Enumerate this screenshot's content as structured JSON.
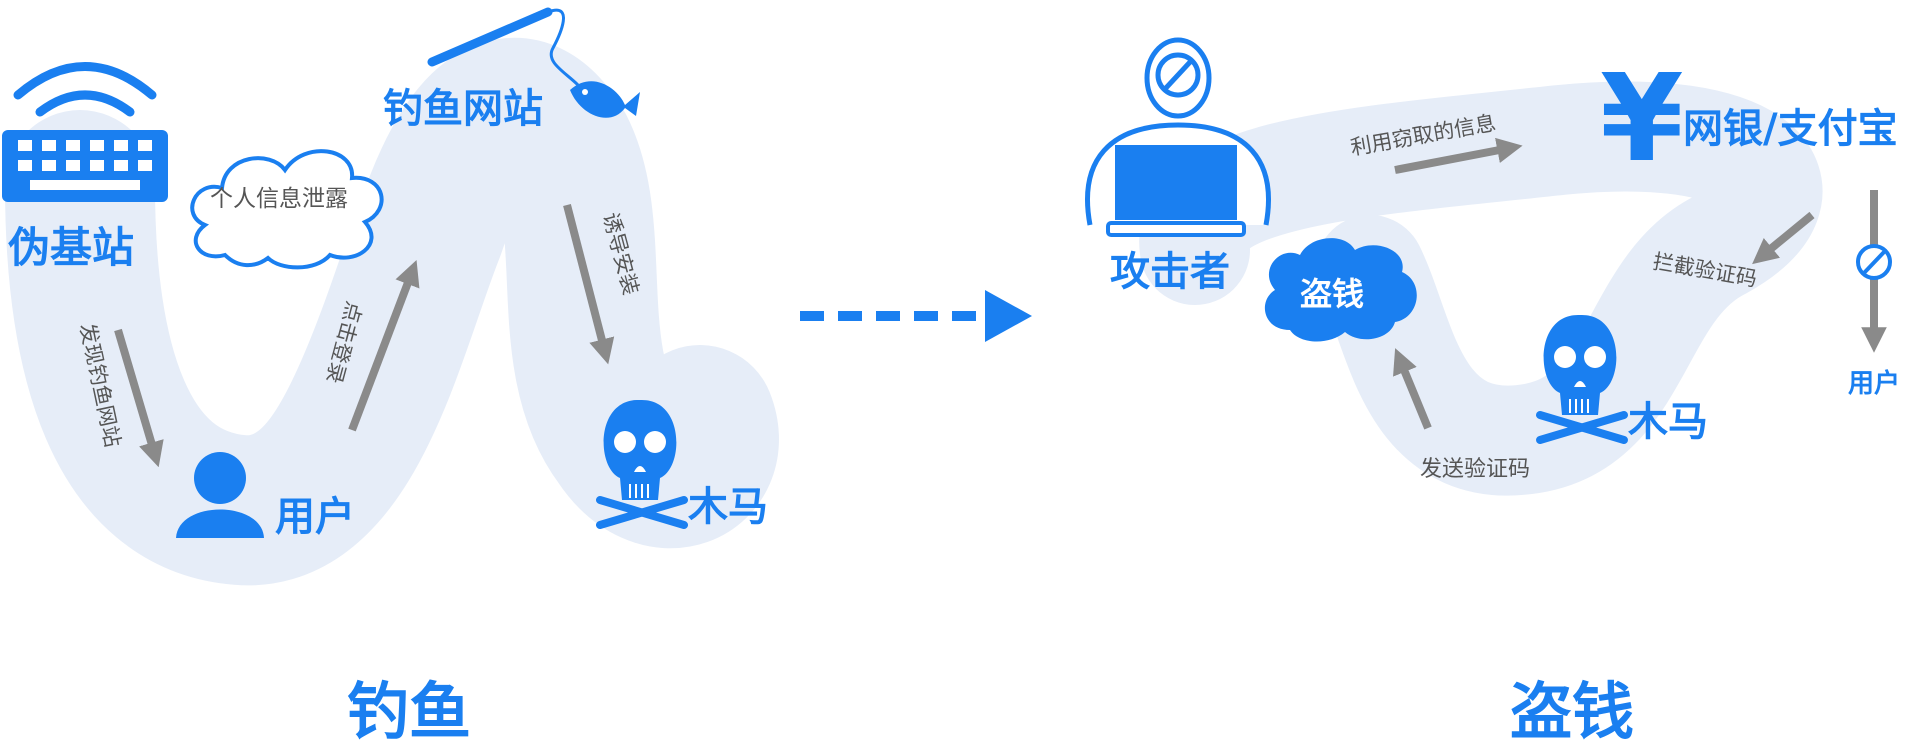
{
  "colors": {
    "accent": "#1a7ff0",
    "path_fill": "#e6edf8",
    "arrow_gray": "#8a8a8a",
    "text_gray": "#555555"
  },
  "phishing": {
    "title": "钓鱼",
    "fake_base_station": "伪基站",
    "leak_bubble": "个人信息泄露",
    "phishing_site": "钓鱼网站",
    "discover_step": "发现钓鱼网站",
    "click_login_step": "点击登录",
    "install_step": "诱导安装",
    "user": "用户",
    "trojan": "木马"
  },
  "stealing": {
    "title": "盗钱",
    "attacker": "攻击者",
    "steal_cloud": "盗钱",
    "use_stolen_info_step": "利用窃取的信息",
    "bank_payment": "网银/支付宝",
    "intercept_step": "拦截验证码",
    "user": "用户",
    "trojan": "木马",
    "send_code_step": "发送验证码"
  },
  "icons": [
    "wifi-keyboard-icon",
    "cloud-bubble-icon",
    "fishing-rod-icon",
    "fish-icon",
    "user-icon",
    "skull-crossbones-icon",
    "arrow-right-icon",
    "attacker-icon",
    "blocked-icon",
    "laptop-icon",
    "cloud-icon",
    "yen-icon"
  ]
}
